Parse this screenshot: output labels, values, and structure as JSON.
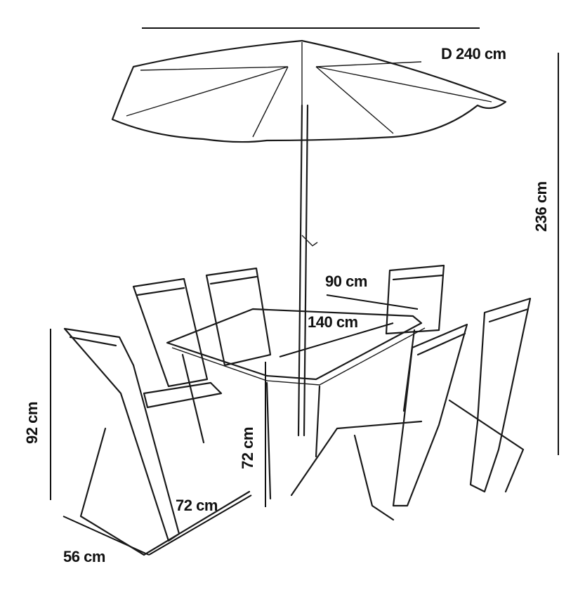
{
  "dimensions": {
    "umbrella_diameter": "D 240 cm",
    "umbrella_height": "236 cm",
    "table_width": "90 cm",
    "table_length": "140 cm",
    "chair_height": "92 cm",
    "table_height": "72 cm",
    "chair_depth": "72 cm",
    "chair_width": "56 cm"
  }
}
